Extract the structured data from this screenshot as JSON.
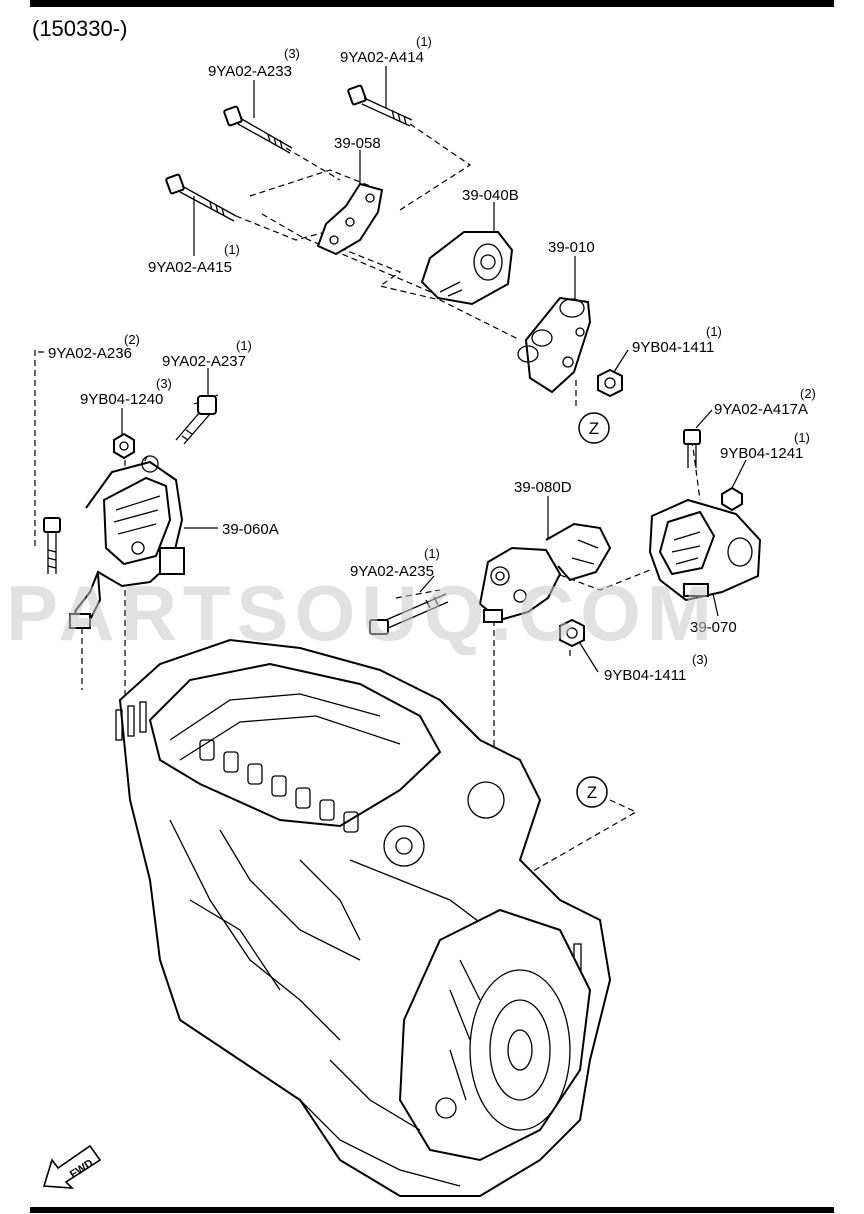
{
  "header": {
    "code": "(150330-)"
  },
  "watermark": "PARTSOUQ.COM",
  "zoom_marker": "Z",
  "fwd_label": "FWD",
  "parts": [
    {
      "num": "9YA02-A233",
      "qty": "(3)"
    },
    {
      "num": "9YA02-A414",
      "qty": "(1)"
    },
    {
      "num": "39-058"
    },
    {
      "num": "39-040B"
    },
    {
      "num": "9YA02-A415",
      "qty": "(1)"
    },
    {
      "num": "39-010"
    },
    {
      "num": "9YB04-1411",
      "qty": "(1)"
    },
    {
      "num": "9YA02-A236",
      "qty": "(2)"
    },
    {
      "num": "9YA02-A237",
      "qty": "(1)"
    },
    {
      "num": "9YB04-1240",
      "qty": "(3)"
    },
    {
      "num": "39-060A"
    },
    {
      "num": "9YA02-A417A",
      "qty": "(2)"
    },
    {
      "num": "9YB04-1241",
      "qty": "(1)"
    },
    {
      "num": "39-080D"
    },
    {
      "num": "9YA02-A235",
      "qty": "(1)"
    },
    {
      "num": "39-070"
    },
    {
      "num": "9YB04-1411",
      "qty": "(3)"
    }
  ],
  "colors": {
    "line": "#000000",
    "watermark": "#c8c8c8",
    "background": "#ffffff"
  }
}
